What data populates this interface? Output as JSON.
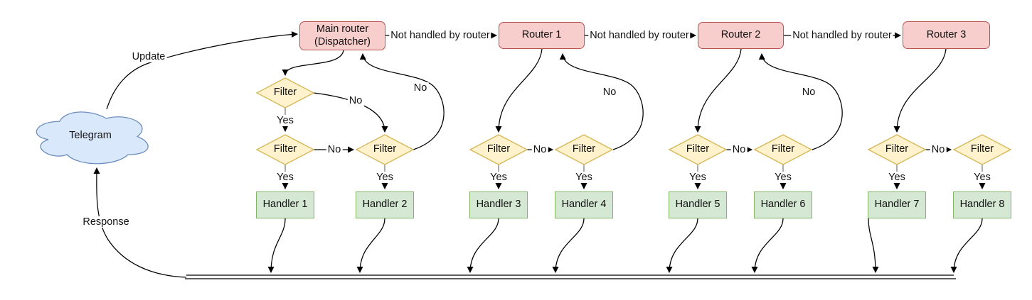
{
  "diagram": {
    "telegram_label": "Telegram",
    "main_router": {
      "line1": "Main router",
      "line2": "(Dispatcher)"
    },
    "routers": [
      "Router 1",
      "Router 2",
      "Router 3"
    ],
    "filter_label": "Filter",
    "handlers": [
      "Handler 1",
      "Handler 2",
      "Handler 3",
      "Handler 4",
      "Handler 5",
      "Handler 6",
      "Handler 7",
      "Handler 8"
    ],
    "labels": {
      "update": "Update",
      "response": "Response",
      "not_handled": "Not handled by router",
      "yes": "Yes",
      "no": "No"
    },
    "colors": {
      "router_fill": "#f8cecc",
      "router_stroke": "#b85450",
      "filter_fill": "#fff2cc",
      "filter_stroke": "#d6b656",
      "handler_fill": "#d5e8d4",
      "handler_stroke": "#82b366",
      "cloud_fill": "#dae8fc",
      "cloud_stroke": "#6c8ebf",
      "edge": "#000000",
      "background": "#ffffff"
    }
  }
}
